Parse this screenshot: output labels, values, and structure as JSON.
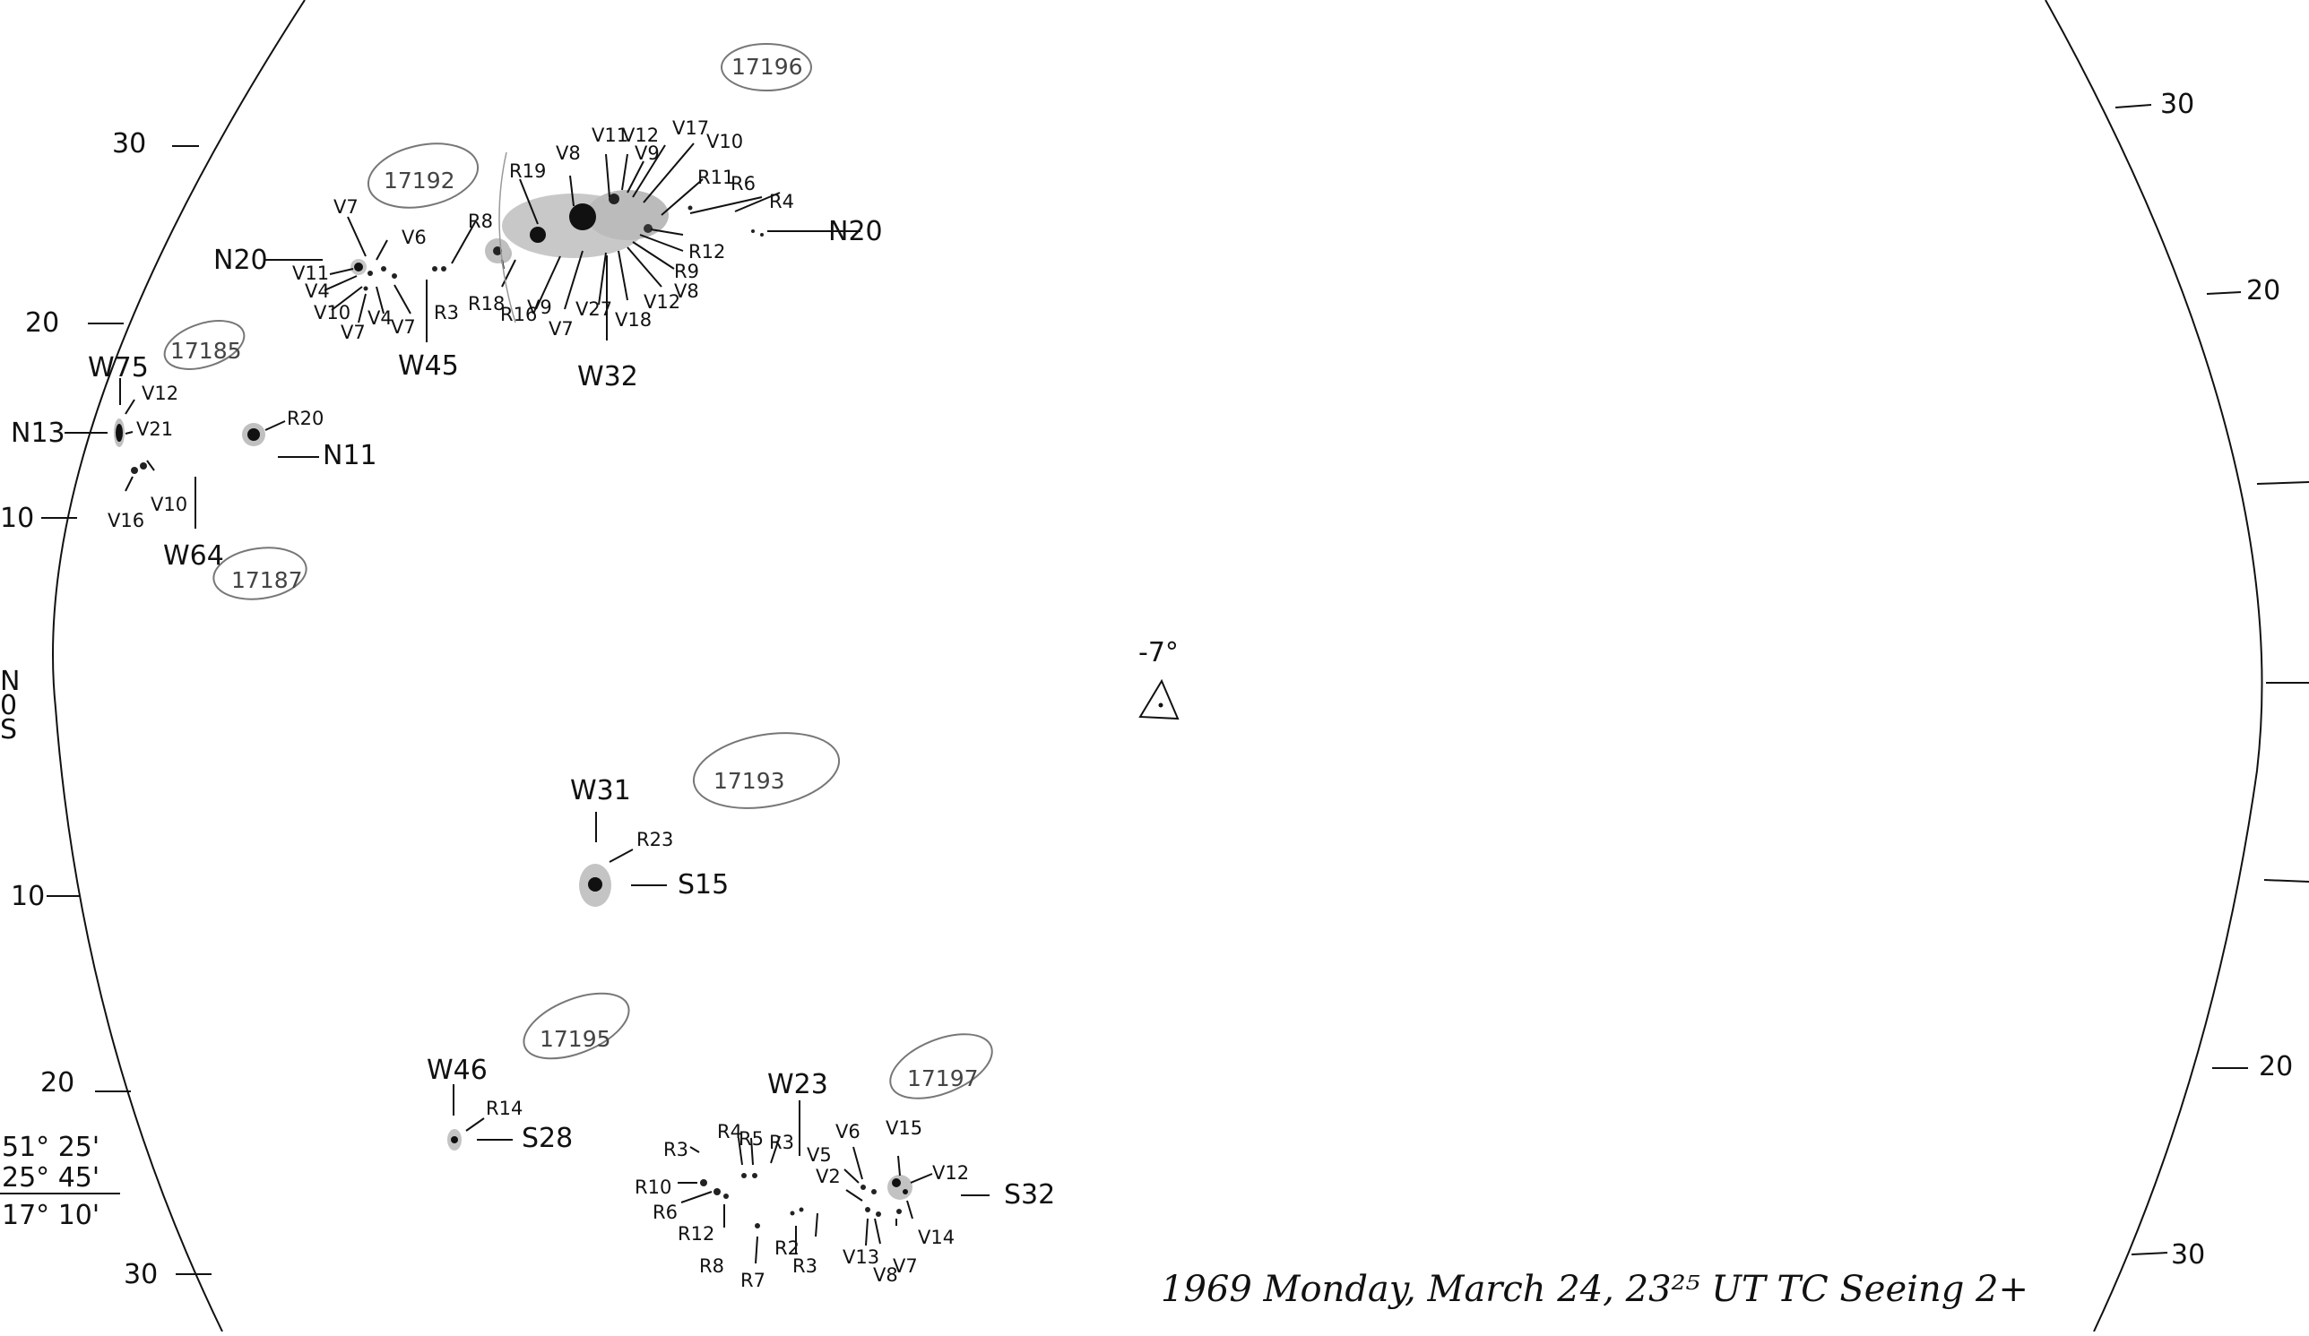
{
  "header_coords": {
    "p_angle": "-7°"
  },
  "latitude_ticks": {
    "left": [
      "30",
      "20",
      "10",
      "N",
      "0",
      "S",
      "10",
      "20",
      "30"
    ],
    "right": [
      "30",
      "20",
      "20",
      "30"
    ]
  },
  "ephemeris": [
    "51° 25'",
    "25° 45'",
    "17° 10'"
  ],
  "caption": "1969 Monday, March 24, 23²⁵ UT   TC Seeing 2+",
  "groups": [
    {
      "number": "17196",
      "longitude": "W32",
      "latitude": "N20",
      "spots": [
        "R19",
        "V8",
        "V11",
        "V12",
        "V9",
        "V17",
        "V10",
        "R11",
        "R6",
        "R4",
        "R12",
        "R9",
        "V8",
        "V12",
        "V18",
        "V27",
        "V7",
        "V9",
        "R16",
        "R18"
      ]
    },
    {
      "number": "17192",
      "longitude": "W45",
      "latitude": "N20",
      "spots": [
        "V7",
        "V6",
        "R8",
        "V11",
        "V4",
        "V10",
        "V7",
        "V4",
        "V7",
        "R3"
      ]
    },
    {
      "number": "17185",
      "longitude": "W75",
      "latitude": "N13",
      "spots": [
        "V12",
        "V21",
        "V16",
        "V10"
      ]
    },
    {
      "number": "17187",
      "longitude": "W64",
      "latitude": "N11",
      "spots": [
        "R20"
      ]
    },
    {
      "number": "17193",
      "longitude": "W31",
      "latitude": "S15",
      "spots": [
        "R23"
      ]
    },
    {
      "number": "17195",
      "longitude": "W46",
      "latitude": "S28",
      "spots": [
        "R14"
      ]
    },
    {
      "number": "17197",
      "longitude": "W23",
      "latitude": "S32",
      "spots": [
        "R3",
        "R4",
        "R5",
        "R3",
        "R10",
        "R6",
        "R12",
        "R8",
        "R7",
        "R2",
        "R3",
        "V5",
        "V2",
        "V6",
        "V15",
        "V12",
        "V13",
        "V8",
        "V7",
        "V14"
      ]
    }
  ]
}
